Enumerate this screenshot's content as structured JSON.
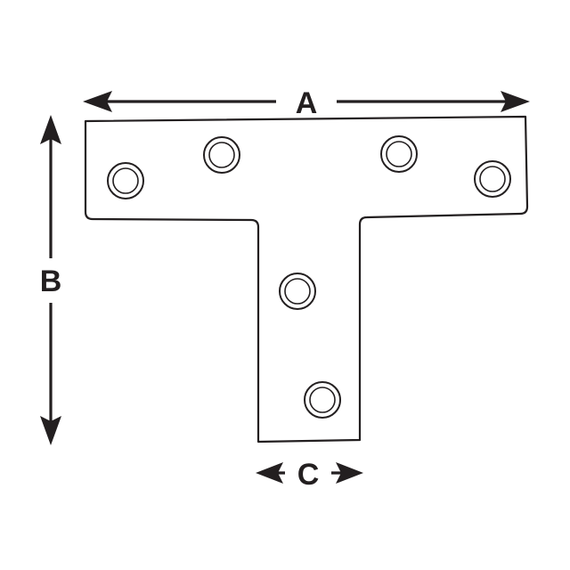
{
  "diagram": {
    "dimensions": [
      {
        "id": "A",
        "label": "A"
      },
      {
        "id": "B",
        "label": "B"
      },
      {
        "id": "C",
        "label": "C"
      }
    ],
    "colors": {
      "line": "#231f20",
      "background": "#ffffff"
    },
    "hole_count": 6
  }
}
